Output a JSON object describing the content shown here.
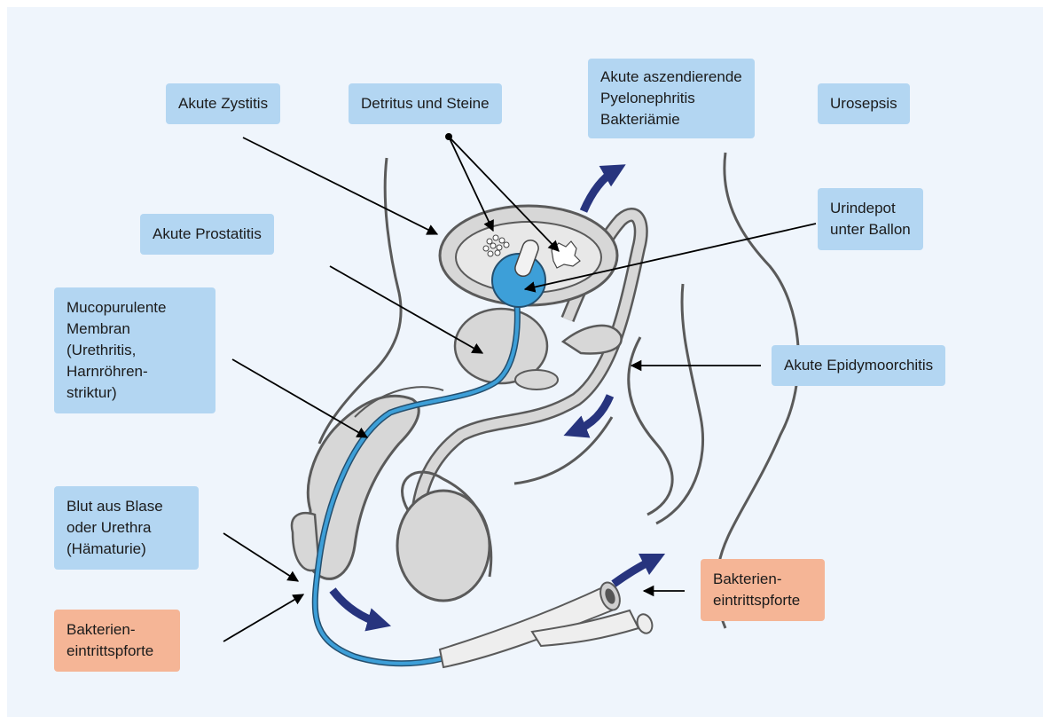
{
  "labels": {
    "akute_zystitis": [
      "Akute Zystitis"
    ],
    "detritus": [
      "Detritus und Steine"
    ],
    "pyelonephritis": [
      "Akute aszendierende",
      "Pyelonephritis",
      "Bakteriämie"
    ],
    "urosepsis": [
      "Urosepsis"
    ],
    "urindepot": [
      "Urindepot",
      "unter Ballon"
    ],
    "prostatitis": [
      "Akute Prostatitis"
    ],
    "mucopurulente": [
      "Mucopurulente",
      "Membran",
      "(Urethritis,",
      "Harnröhren-",
      "striktur)"
    ],
    "epidymoorchitis": [
      "Akute Epidymoorchitis"
    ],
    "blut": [
      "Blut aus Blase",
      "oder Urethra",
      "(Hämaturie)"
    ],
    "bakterien_left": [
      "Bakterien-",
      "eintrittspforte"
    ],
    "bakterien_right": [
      "Bakterien-",
      "eintrittspforte"
    ]
  },
  "colors": {
    "panel": "#eff5fc",
    "label_blue": "#b3d6f2",
    "label_orange": "#f5b596",
    "urethra": "#3d9fd8",
    "flow_arrow": "#27347e",
    "anatomy_fill": "#d7d7d7",
    "anatomy_stroke": "#5a5a5a"
  },
  "icons": [
    "flow-arrow-icon",
    "pointer-arrow-icon"
  ]
}
